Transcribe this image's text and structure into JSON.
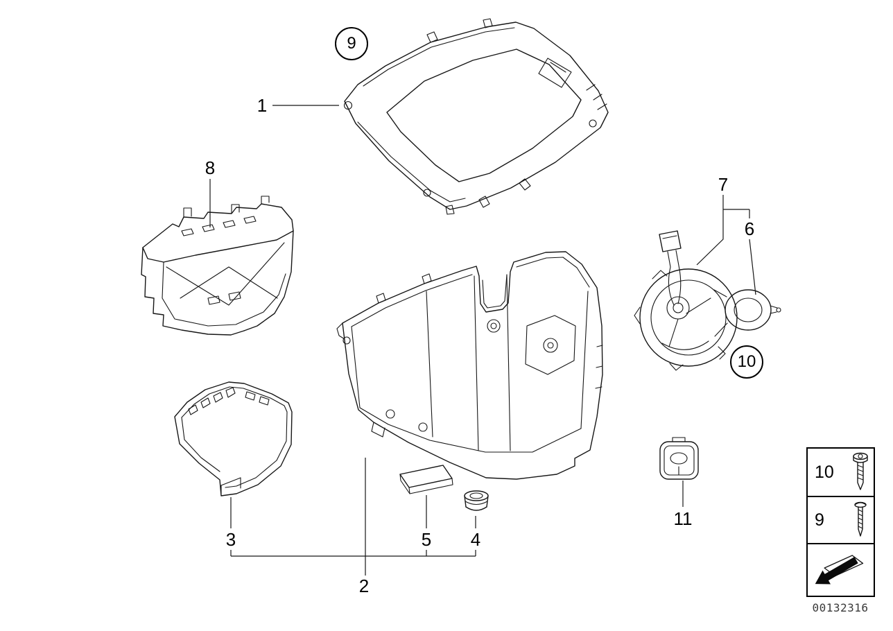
{
  "diagram": {
    "part_number": "00132316",
    "colors": {
      "line": "#161616",
      "background": "#ffffff"
    },
    "callouts": [
      {
        "label": "1",
        "circled": false
      },
      {
        "label": "9",
        "circled": true
      },
      {
        "label": "8",
        "circled": false
      },
      {
        "label": "7",
        "circled": false
      },
      {
        "label": "6",
        "circled": false
      },
      {
        "label": "10",
        "circled": true
      },
      {
        "label": "11",
        "circled": false
      },
      {
        "label": "3",
        "circled": false
      },
      {
        "label": "5",
        "circled": false
      },
      {
        "label": "4",
        "circled": false
      },
      {
        "label": "2",
        "circled": false
      }
    ],
    "legend": {
      "rows": [
        {
          "label": "10",
          "icon": "pan-head-screw-icon"
        },
        {
          "label": "9",
          "icon": "countersunk-screw-icon"
        },
        {
          "label": "",
          "icon": "direction-arrow-icon"
        }
      ]
    }
  }
}
